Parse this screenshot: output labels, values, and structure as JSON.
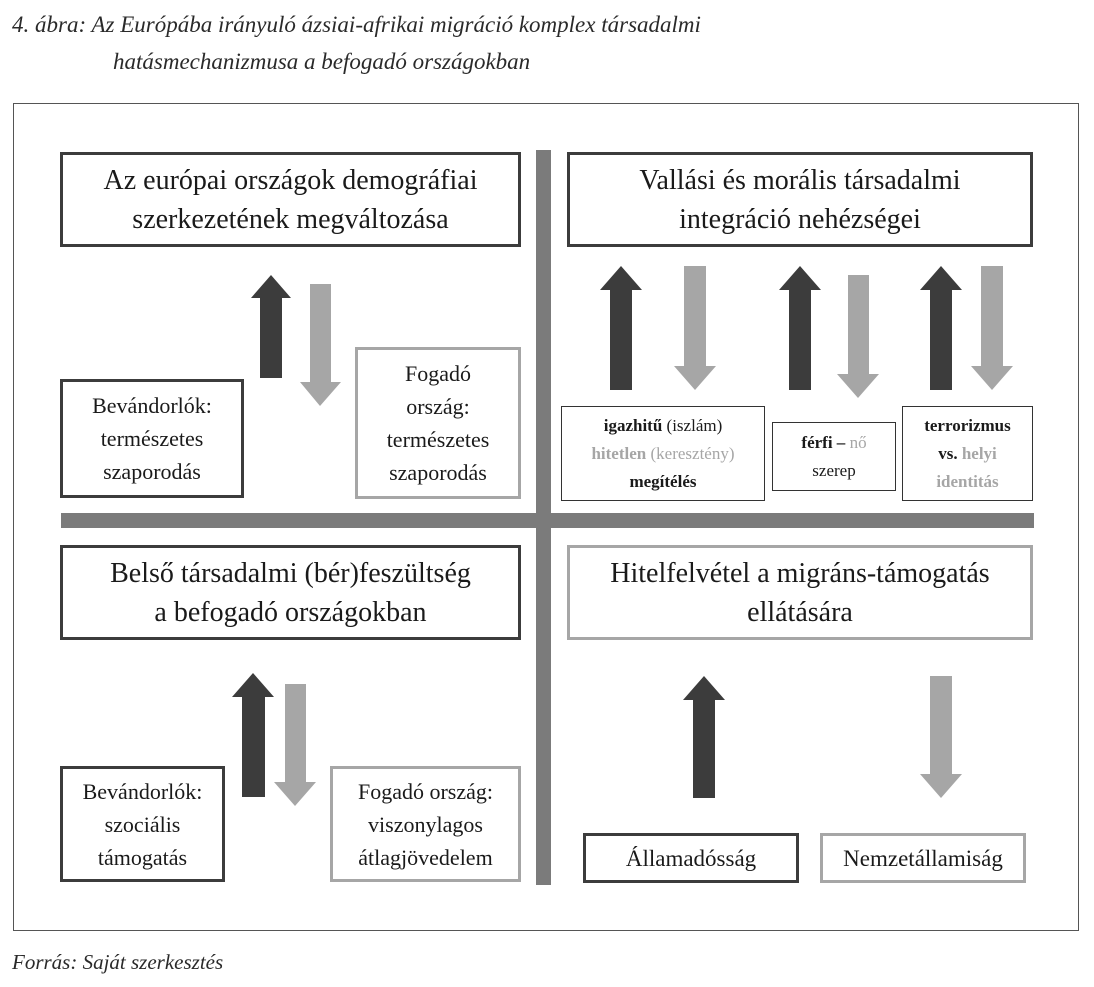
{
  "caption": {
    "line1": "4. ábra: Az Európába irányuló ázsiai-afrikai migráció komplex társadalmi",
    "line2": "hatásmechanizmusa a befogadó országokban"
  },
  "source": "Forrás: Saját szerkesztés",
  "colors": {
    "dark": "#3c3c3c",
    "light": "#a6a6a6",
    "divider": "#7b7b7b"
  },
  "q1": {
    "title_line1": "Az európai országok demográfiai",
    "title_line2": "szerkezetének megváltozása",
    "left": [
      "Bevándorlók:",
      "természetes",
      "szaporodás"
    ],
    "right": [
      "Fogadó",
      "ország:",
      "természetes",
      "szaporodás"
    ]
  },
  "q2": {
    "title_line1": "Vallási és morális társadalmi",
    "title_line2": "integráció nehézségei",
    "box1": {
      "w1": "igazhitű",
      "w2": "(iszlám)",
      "w3": "hitetlen",
      "w4": "(keresztény)",
      "w5": "megítélés"
    },
    "box2": {
      "w1": "férfi –",
      "w2": "nő",
      "w3": "szerep"
    },
    "box3": {
      "w1": "terrorizmus",
      "w2": "vs.",
      "w3": "helyi",
      "w4": "identitás"
    }
  },
  "q3": {
    "title_line1": "Belső társadalmi (bér)feszültség",
    "title_line2": "a befogadó országokban",
    "left": [
      "Bevándorlók:",
      "szociális",
      "támogatás"
    ],
    "right": [
      "Fogadó ország:",
      "viszonylagos",
      "átlagjövedelem"
    ]
  },
  "q4": {
    "title_line1": "Hitelfelvétel a migráns-támogatás",
    "title_line2": "ellátására",
    "left": "Államadósság",
    "right": "Nemzetállamiság"
  }
}
